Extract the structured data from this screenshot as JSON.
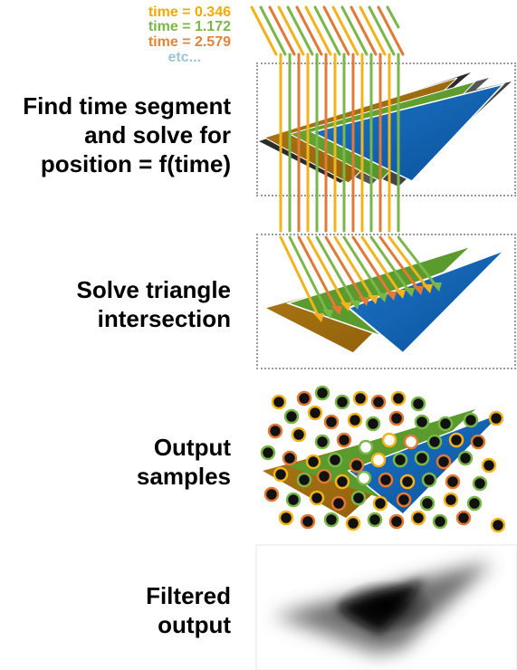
{
  "time_legend": [
    {
      "text": "time = 0.346",
      "color": "#f2a900"
    },
    {
      "text": "time = 1.172",
      "color": "#7ab648"
    },
    {
      "text": "time = 2.579",
      "color": "#e0853a"
    },
    {
      "text": "etc...",
      "color": "#9cc6d6"
    }
  ],
  "stages": [
    {
      "lines": [
        "Find time segment",
        "and solve for",
        "position = f(time)"
      ]
    },
    {
      "lines": [
        "Solve triangle",
        "intersection"
      ]
    },
    {
      "lines": [
        "Output",
        "samples"
      ]
    },
    {
      "lines": [
        "Filtered",
        "output"
      ]
    }
  ],
  "colors": {
    "ray_yellow": "#f2b31c",
    "ray_green": "#7ab648",
    "ray_orange": "#e07a36",
    "tri_brown": "#a06a08",
    "tri_green": "#5b9a2c",
    "tri_blue": "#0f5fb4",
    "tri_dark": "#333333",
    "sample_black": "#111111",
    "sample_white": "#ffffff"
  }
}
